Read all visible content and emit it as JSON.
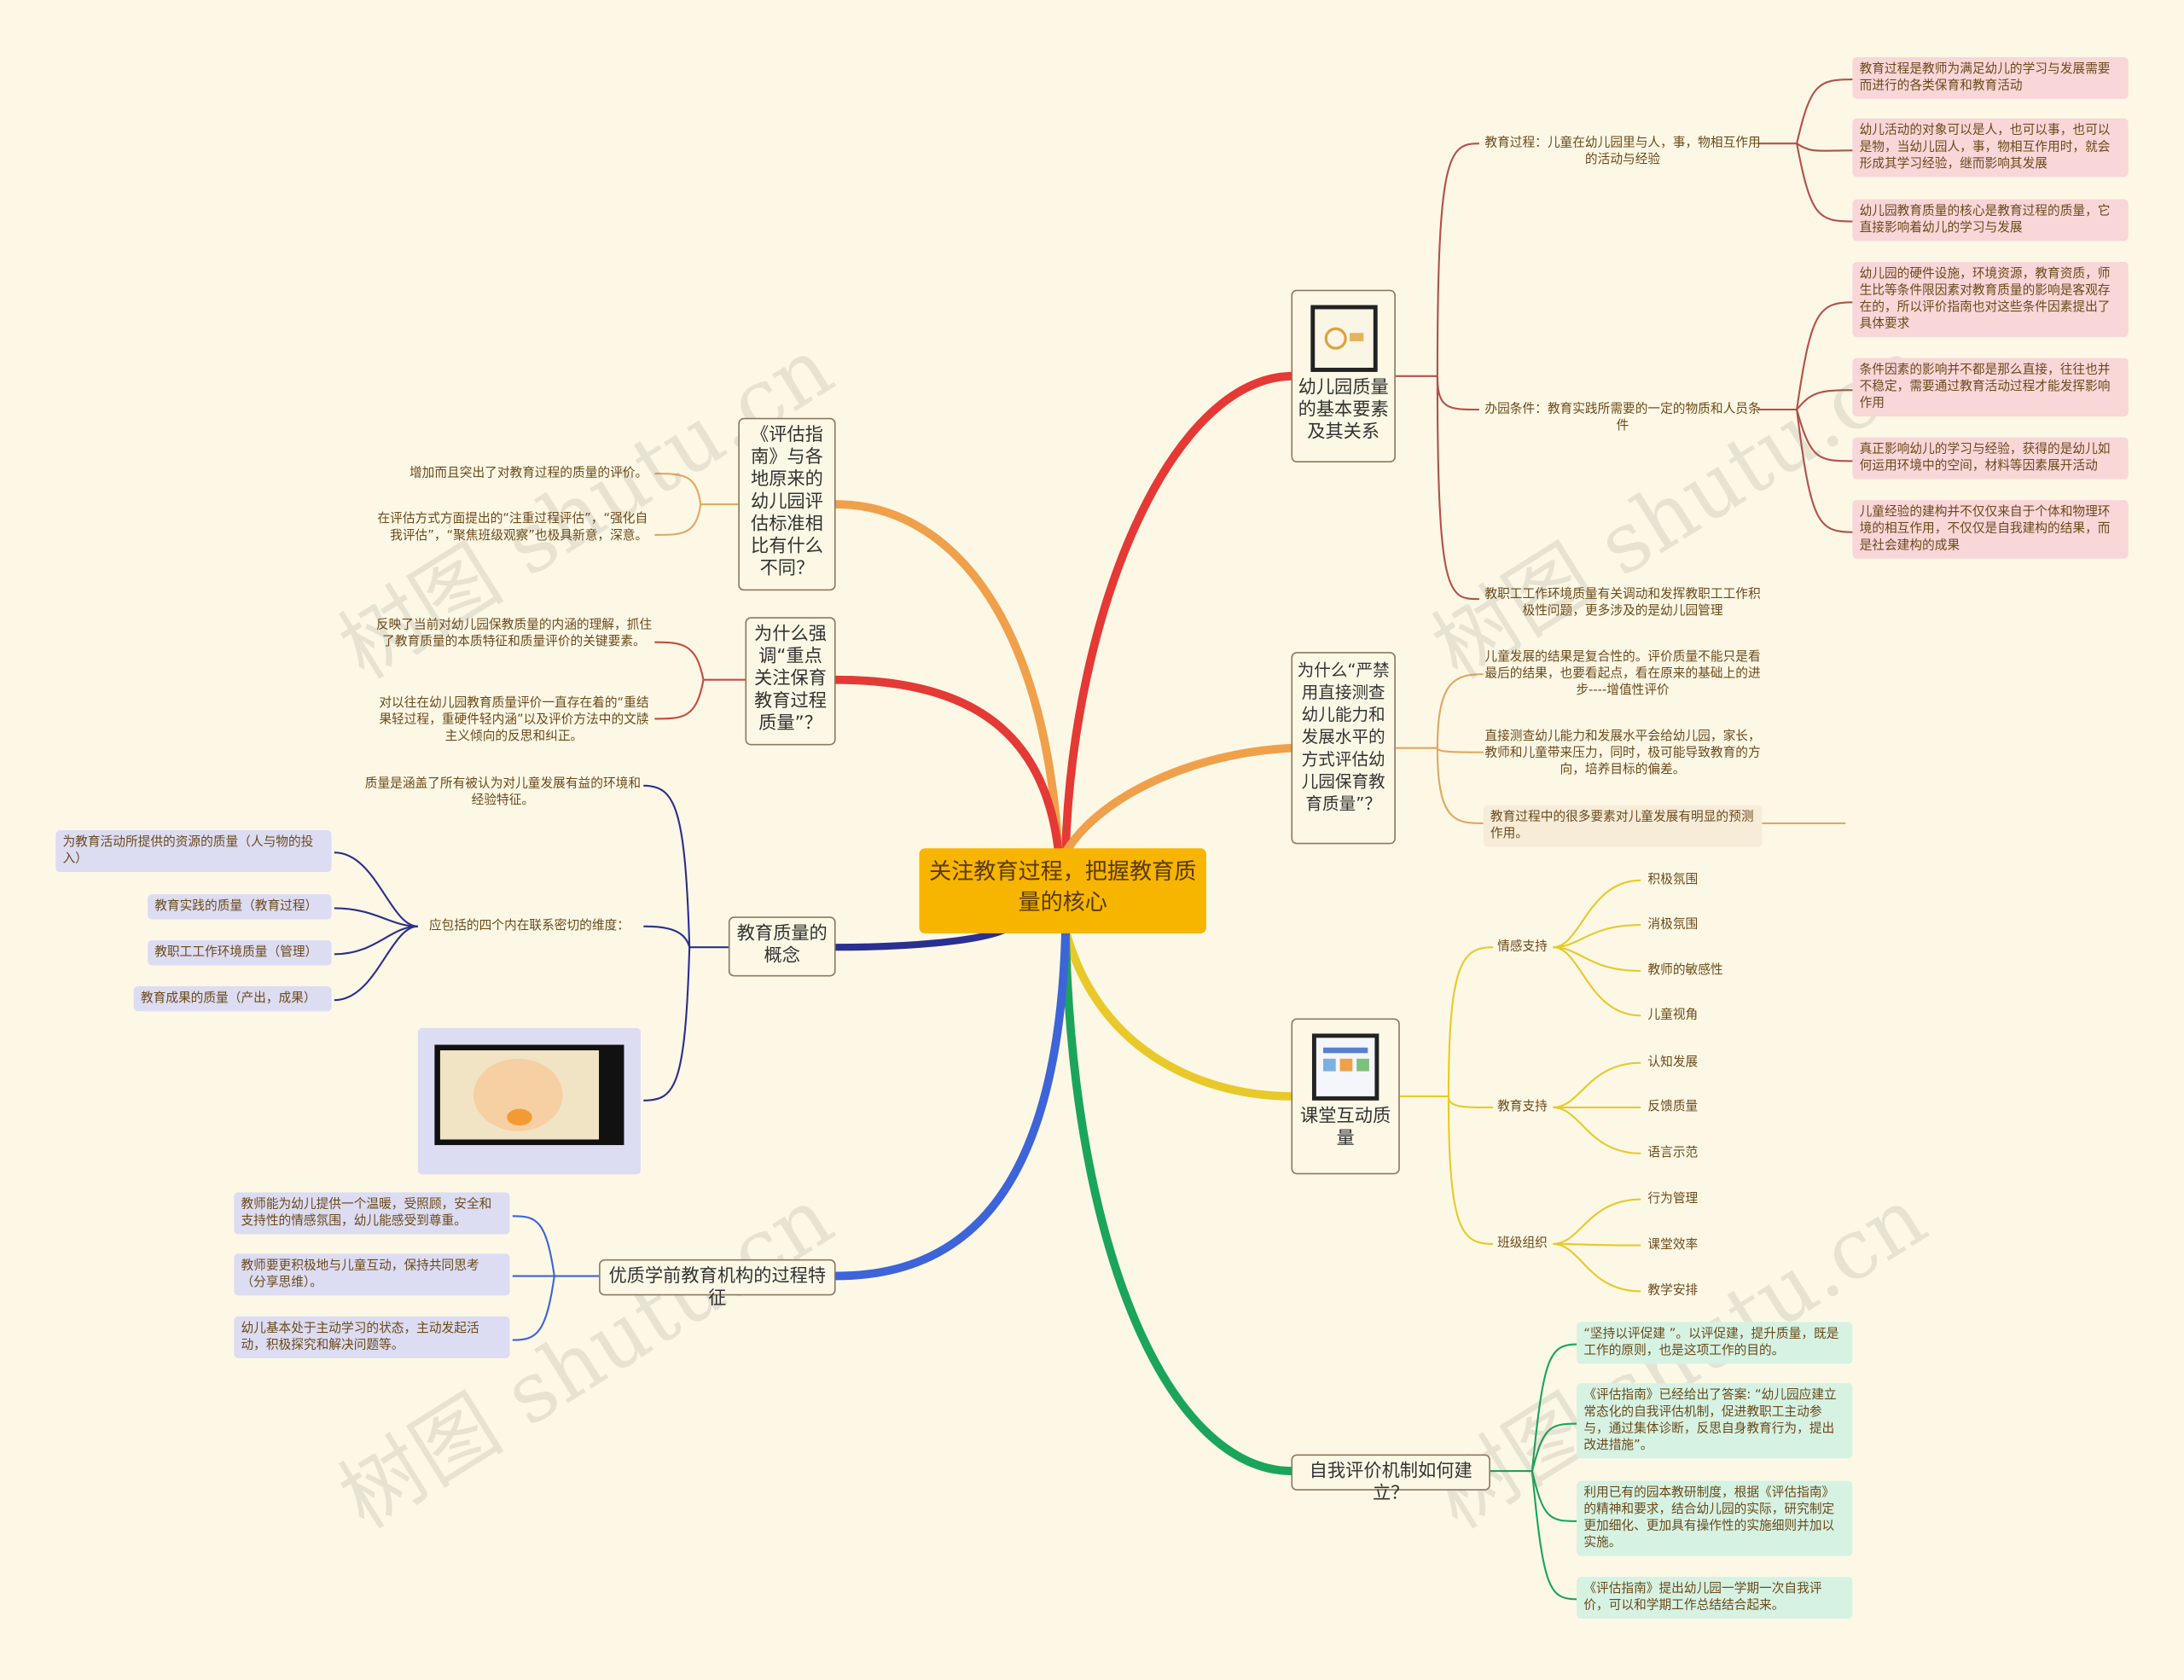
{
  "root": "关注教育过程，把握教育质量的核心",
  "watermark": "树图 shutu.cn",
  "colors": {
    "red": "#e53935",
    "orange": "#f0a04b",
    "yellow": "#e8c929",
    "green": "#1aa55a",
    "blue": "#3d64d8",
    "navy": "#2b2f8f",
    "root": "#f7b500"
  },
  "right": {
    "elements": {
      "title": "幼儿园质量的基本要素及其关系",
      "icon": "diagram-thumbnail-icon",
      "process": {
        "label": "教育过程：儿童在幼儿园里与人，事，物相互作用的活动与经验",
        "items": [
          "教育过程是教师为满足幼儿的学习与发展需要而进行的各类保育和教育活动",
          "幼儿活动的对象可以是人，也可以事，也可以是物，当幼儿园人，事，物相互作用时，就会形成其学习经验，继而影响其发展",
          "幼儿园教育质量的核心是教育过程的质量，它直接影响着幼儿的学习与发展"
        ]
      },
      "conditions": {
        "label": "办园条件：教育实践所需要的一定的物质和人员条件",
        "items": [
          "幼儿园的硬件设施，环境资源，教育资质，师生比等条件限因素对教育质量的影响是客观存在的，所以评价指南也对这些条件因素提出了具体要求",
          "条件因素的影响并不都是那么直接，往往也并不稳定，需要通过教育活动过程才能发挥影响作用",
          "真正影响幼儿的学习与经验，获得的是幼儿如何运用环境中的空间，材料等因素展开活动",
          "儿童经验的建构并不仅仅来自于个体和物理环境的相互作用，不仅仅是自我建构的结果，而是社会建构的成果"
        ]
      },
      "staff": "教职工工作环境质量有关调动和发挥教职工工作积极性问题，更多涉及的是幼儿园管理"
    },
    "ban": {
      "title": "为什么“严禁用直接测查幼儿能力和发展水平的方式评估幼儿园保育教育质量”？",
      "items": [
        "儿童发展的结果是复合性的。评价质量不能只是看最后的结果，也要看起点，看在原来的基础上的进步----增值性评价",
        "直接测查幼儿能力和发展水平会给幼儿园，家长，教师和儿童带来压力，同时，极可能导致教育的方向，培养目标的偏差。",
        "教育过程中的很多要素对儿童发展有明显的预测作用。"
      ]
    },
    "interaction": {
      "title": "课堂互动质量",
      "icon": "chart-thumbnail-icon",
      "groups": [
        {
          "label": "情感支持",
          "items": [
            "积极氛围",
            "消极氛围",
            "教师的敏感性",
            "儿童视角"
          ]
        },
        {
          "label": "教育支持",
          "items": [
            "认知发展",
            "反馈质量",
            "语言示范"
          ]
        },
        {
          "label": "班级组织",
          "items": [
            "行为管理",
            "课堂效率",
            "教学安排"
          ]
        }
      ]
    },
    "self_eval": {
      "title": "自我评价机制如何建立？",
      "items": [
        "“坚持以评促建 ”。以评促建，提升质量，既是工作的原则，也是这项工作的目的。",
        "《评估指南》已经给出了答案: “幼儿园应建立常态化的自我评估机制，促进教职工主动参与，通过集体诊断，反思自身教育行为，提出改进措施”。",
        "利用已有的园本教研制度，根据《评估指南》的精神和要求，结合幼儿园的实际，研究制定更加细化、更加具有操作性的实施细则并加以实施。",
        "《评估指南》提出幼儿园一学期一次自我评价，可以和学期工作总结结合起来。"
      ]
    }
  },
  "left": {
    "compare": {
      "title": "《评估指南》与各地原来的幼儿园评估标准相比有什么不同？",
      "items": [
        "增加而且突出了对教育过程的质量的评价。",
        "在评估方式方面提出的“注重过程评估”，“强化自我评估”，“聚焦班级观察”也极具新意，深意。"
      ]
    },
    "why": {
      "title": "为什么强调“重点关注保育教育过程质量”？",
      "items": [
        "反映了当前对幼儿园保教质量的内涵的理解，抓住了教育质量的本质特征和质量评价的关键要素。",
        "对以往在幼儿园教育质量评价一直存在着的“重结果轻过程，重硬件轻内涵”以及评价方法中的文牍主义倾向的反思和纠正。"
      ]
    },
    "concept": {
      "title": "教育质量的概念",
      "definition": "质量是涵盖了所有被认为对儿童发展有益的环境和经验特征。",
      "dims_label": "应包括的四个内在联系密切的维度：",
      "dims": [
        "为教育活动所提供的资源的质量（人与物的投入）",
        "教育实践的质量（教育过程）",
        "教职工工作环境质量（管理）",
        "教育成果的质量（产出，成果）"
      ],
      "image_icon": "photo-thumbnail-icon"
    },
    "features": {
      "title": "优质学前教育机构的过程特征",
      "items": [
        "教师能为幼儿提供一个温暖，受照顾，安全和支持性的情感氛围，幼儿能感受到尊重。",
        "教师要更积极地与儿童互动，保持共同思考（分享思维）。",
        "幼儿基本处于主动学习的状态，主动发起活动，积极探究和解决问题等。"
      ]
    }
  }
}
